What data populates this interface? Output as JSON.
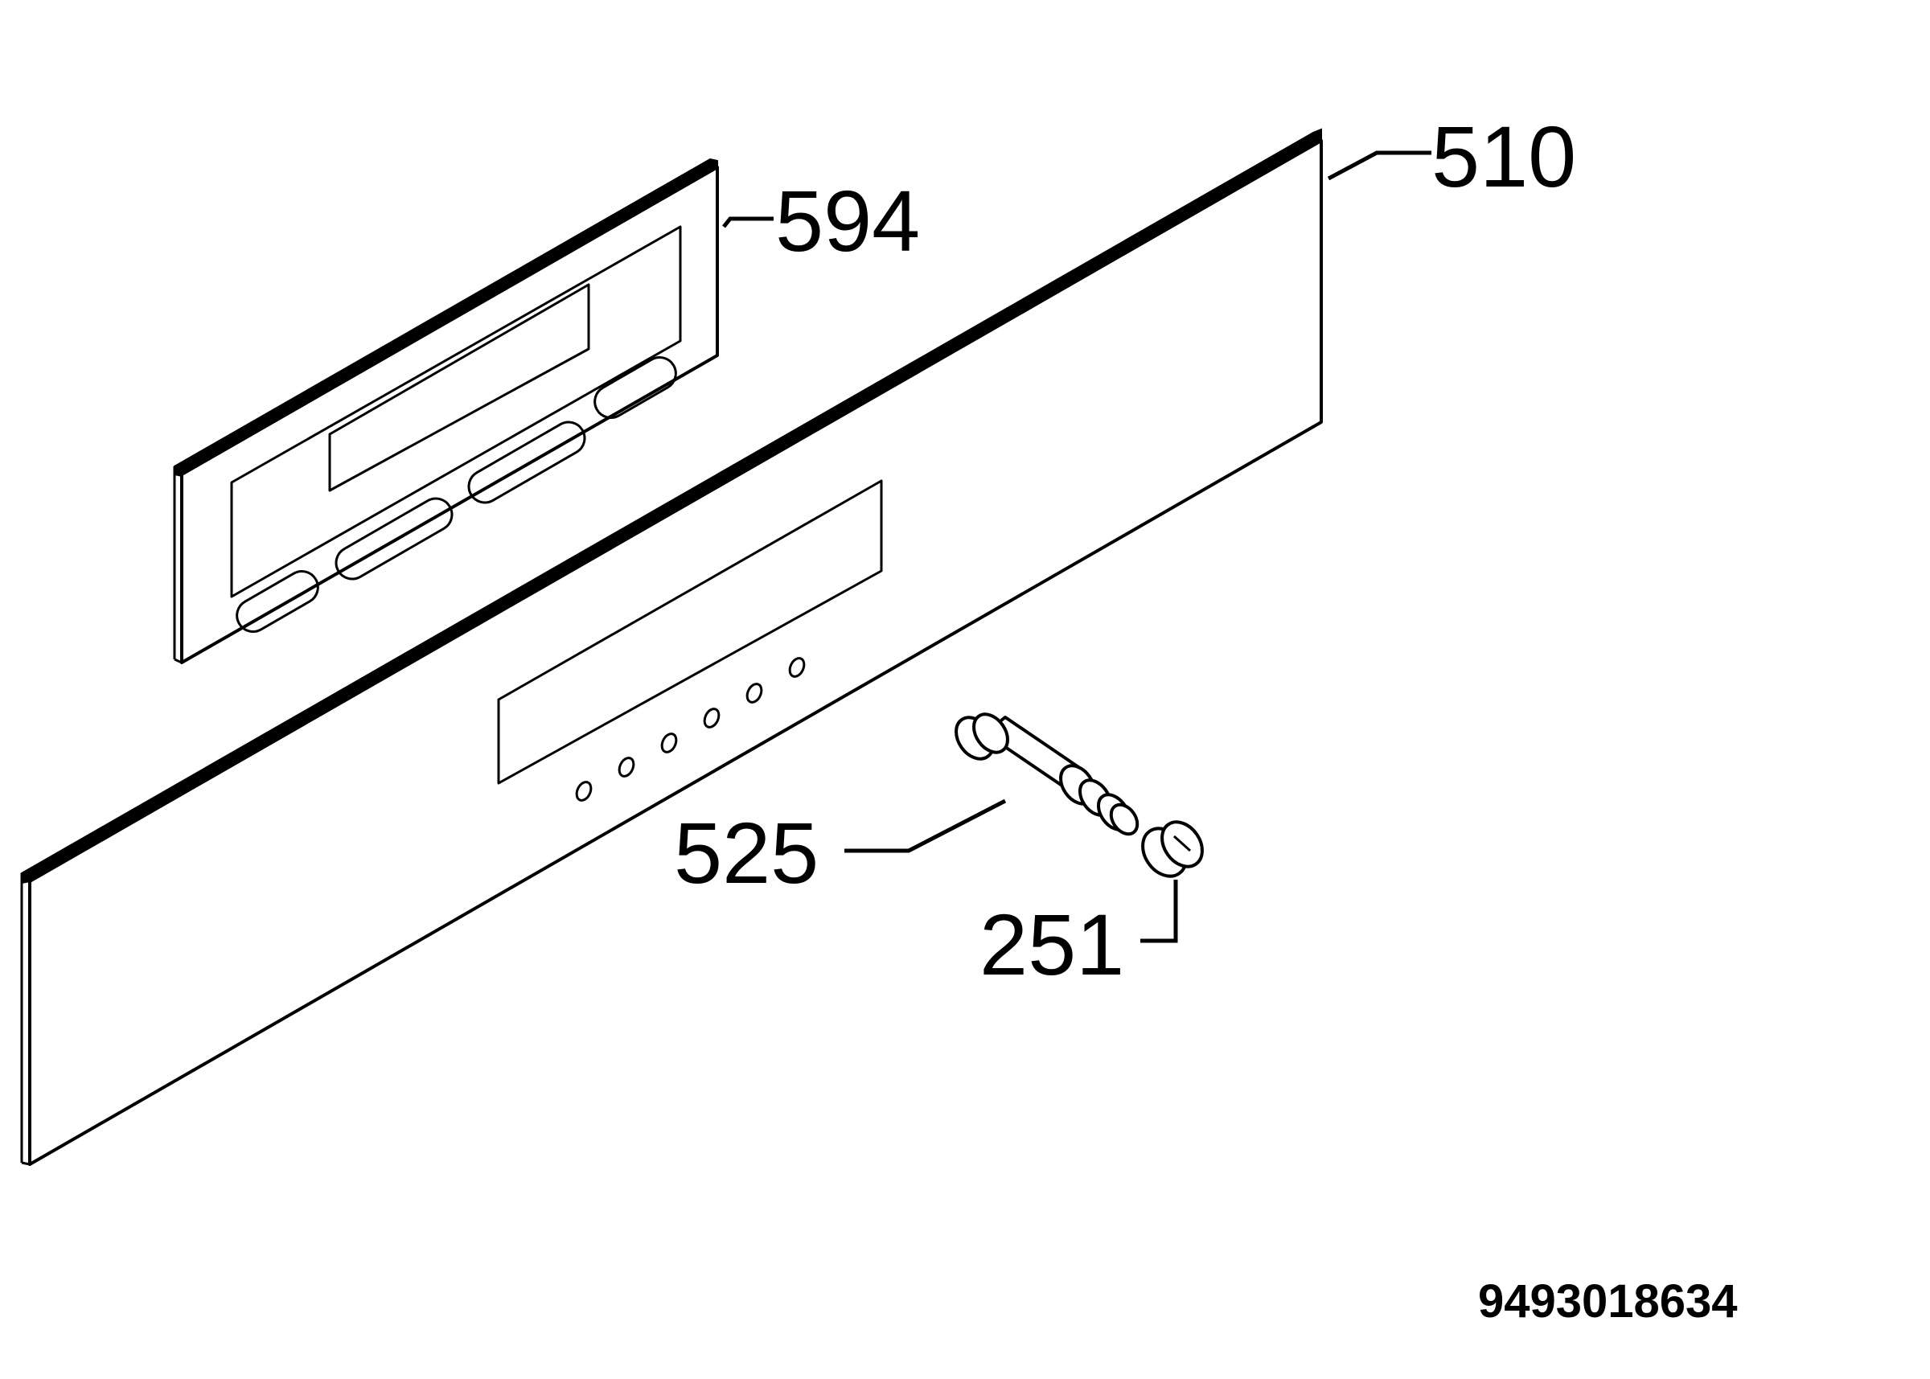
{
  "drawing": {
    "parts": [
      {
        "id": "510",
        "label": "510"
      },
      {
        "id": "594",
        "label": "594"
      },
      {
        "id": "525",
        "label": "525"
      },
      {
        "id": "251",
        "label": "251"
      }
    ],
    "document_number": "9493018634",
    "colors": {
      "line": "#000000",
      "background": "#ffffff"
    }
  }
}
